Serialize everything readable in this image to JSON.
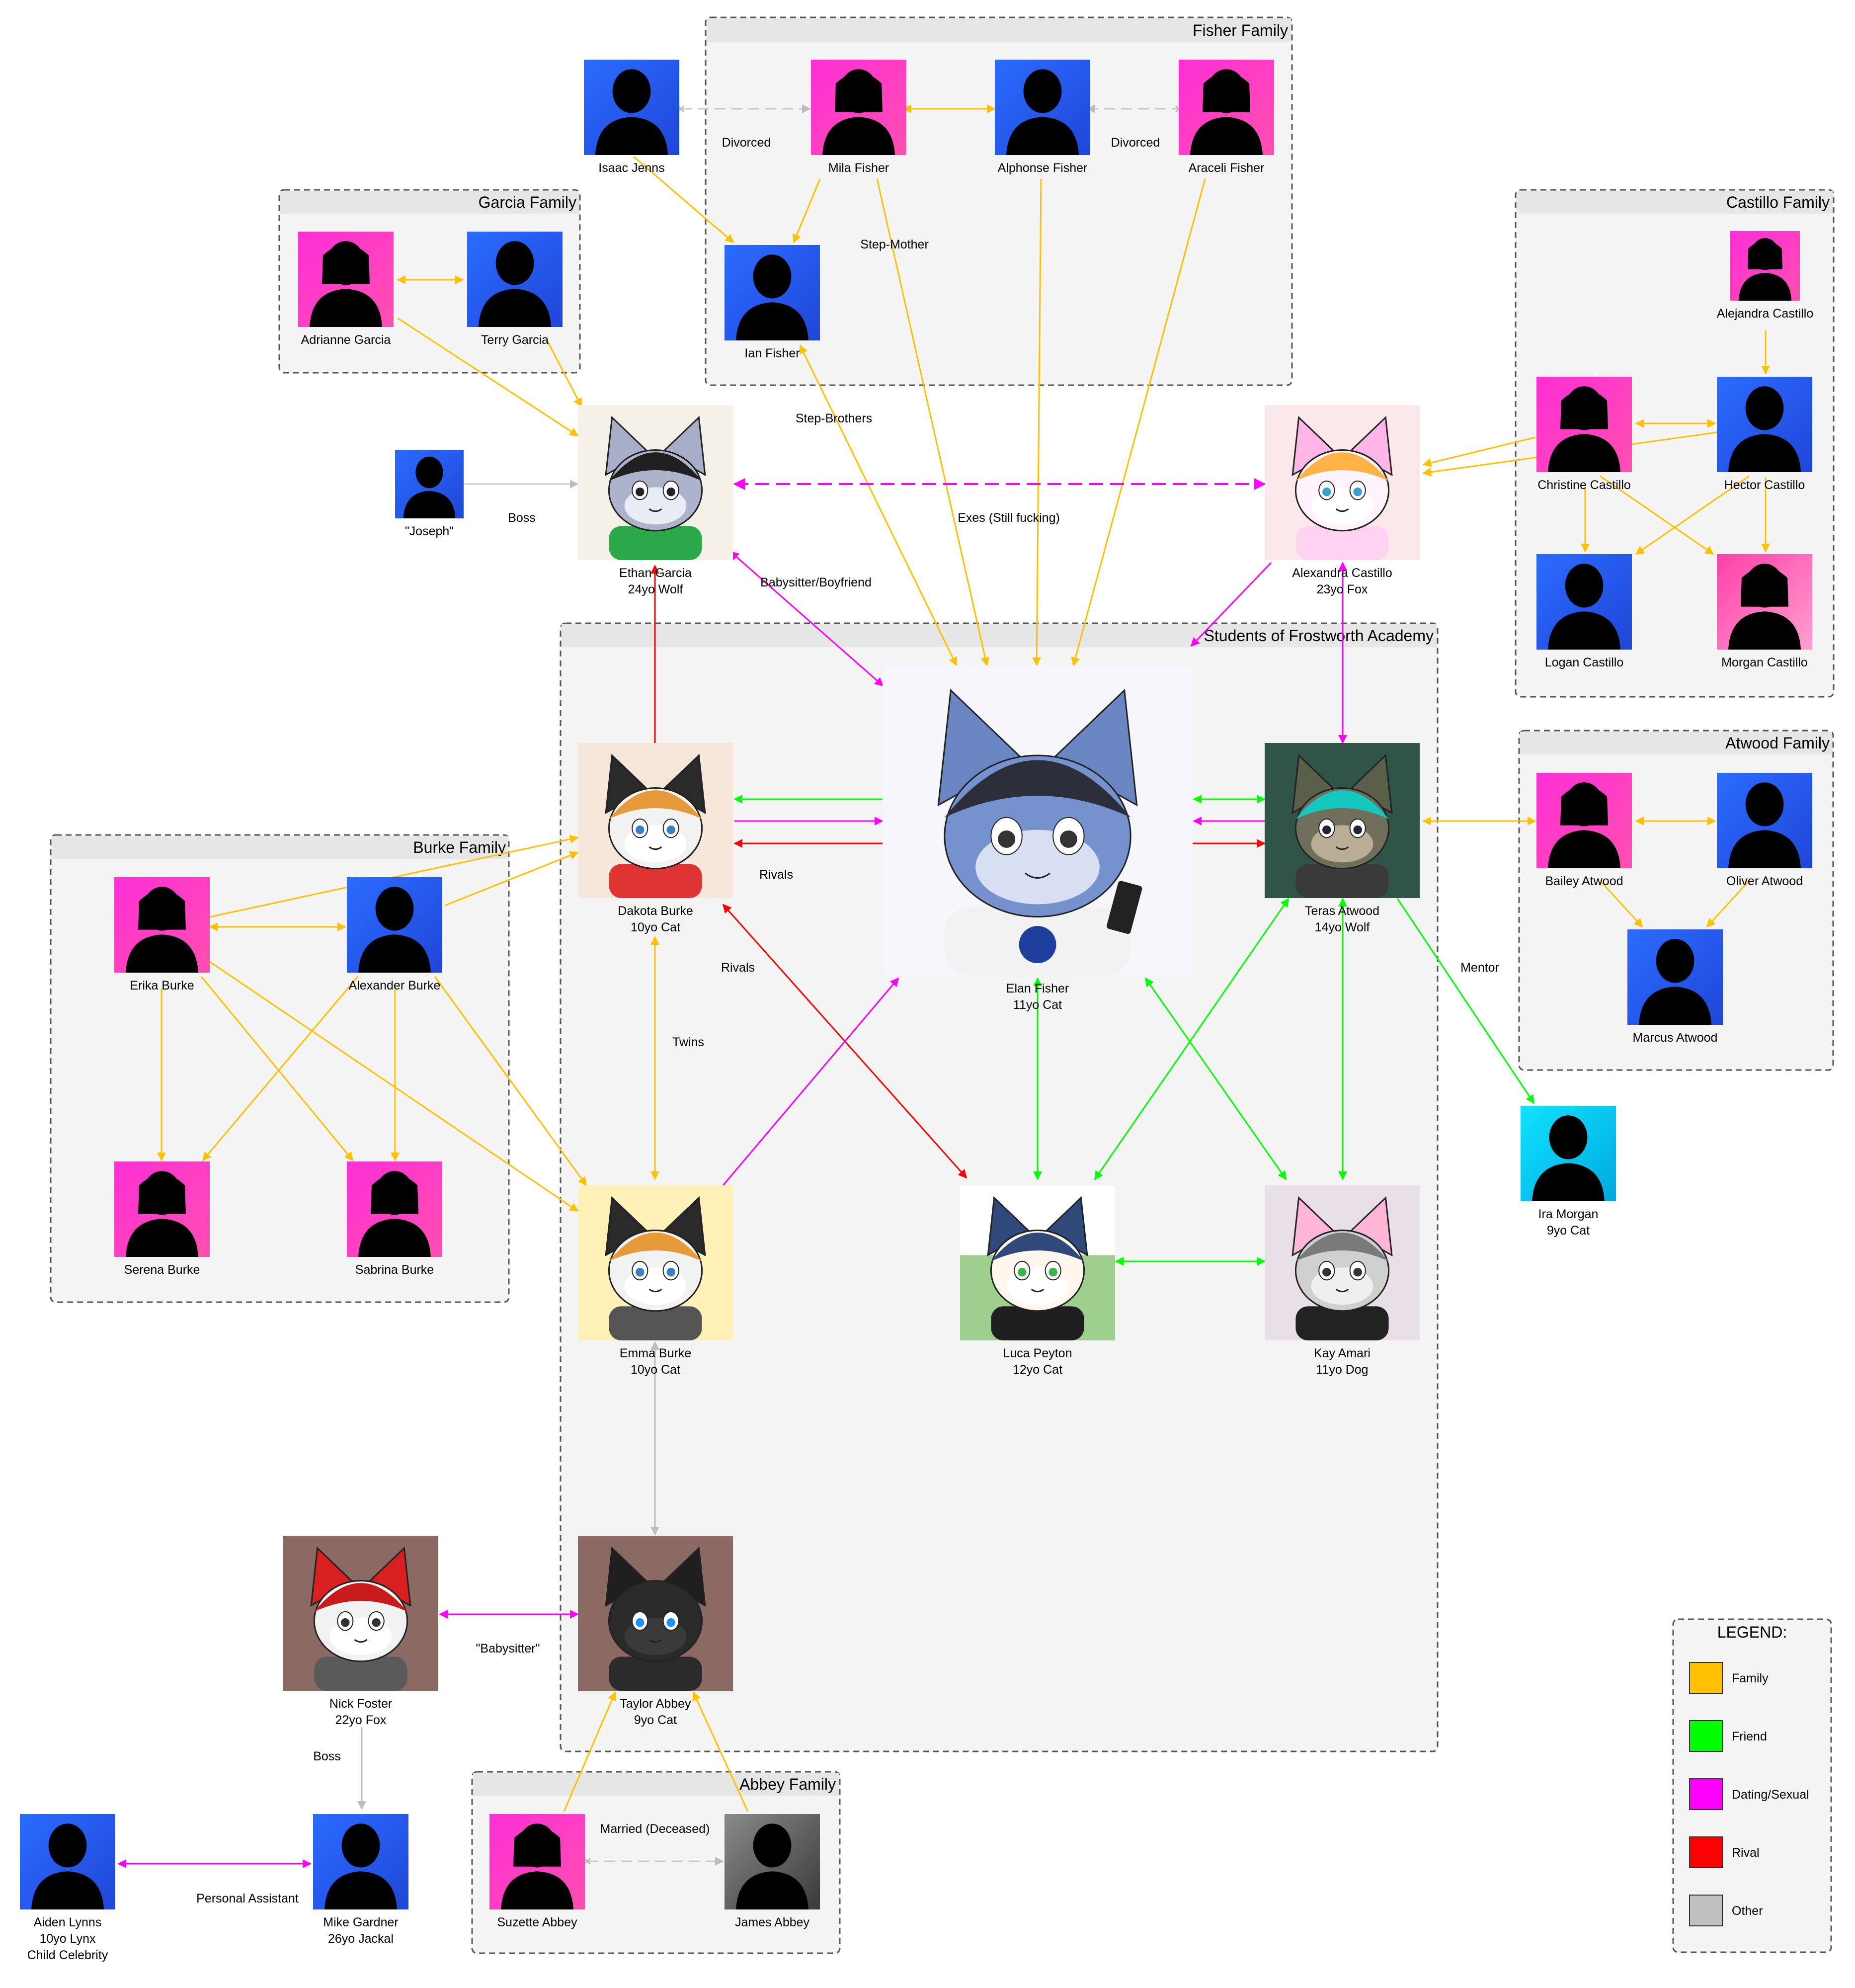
{
  "colors": {
    "family": "#ffc000",
    "friend": "#00ff00",
    "dating": "#ff00ff",
    "rival": "#ff0000",
    "other": "#c0c0c0",
    "female_avatar": "#ff2fd0",
    "male_avatar": "#2f5fff",
    "child_cyan_avatar": "#00d0f0",
    "dark_avatar": "#606060",
    "group_fill": "#f4f4f4",
    "group_header": "#e6e6e6"
  },
  "groups": {
    "fisher": "Fisher Family",
    "garcia": "Garcia Family",
    "castillo": "Castillo Family",
    "students": "Students of Frostworth Academy",
    "burke": "Burke Family",
    "atwood": "Atwood Family",
    "abbey": "Abbey Family"
  },
  "people": {
    "isaac": [
      "Isaac Jenns"
    ],
    "mila": [
      "Mila Fisher"
    ],
    "alphonse": [
      "Alphonse Fisher"
    ],
    "araceli": [
      "Araceli Fisher"
    ],
    "ian": [
      "Ian Fisher"
    ],
    "adrianne": [
      "Adrianne Garcia"
    ],
    "terry": [
      "Terry Garcia"
    ],
    "joseph": [
      "\"Joseph\""
    ],
    "ethan": [
      "Ethan Garcia",
      "24yo Wolf"
    ],
    "alexandra": [
      "Alexandra Castillo",
      "23yo Fox"
    ],
    "alejandra": [
      "Alejandra Castillo"
    ],
    "christine": [
      "Christine Castillo"
    ],
    "hector": [
      "Hector Castillo"
    ],
    "logan": [
      "Logan Castillo"
    ],
    "morgan": [
      "Morgan Castillo"
    ],
    "dakota": [
      "Dakota Burke",
      "10yo Cat"
    ],
    "elan": [
      "Elan Fisher",
      "11yo Cat"
    ],
    "teras": [
      "Teras Atwood",
      "14yo Wolf"
    ],
    "bailey": [
      "Bailey Atwood"
    ],
    "oliver": [
      "Oliver Atwood"
    ],
    "marcus": [
      "Marcus Atwood"
    ],
    "ira": [
      "Ira Morgan",
      "9yo Cat"
    ],
    "erika": [
      "Erika Burke"
    ],
    "alexander": [
      "Alexander Burke"
    ],
    "serena": [
      "Serena Burke"
    ],
    "sabrina": [
      "Sabrina Burke"
    ],
    "emma": [
      "Emma Burke",
      "10yo Cat"
    ],
    "luca": [
      "Luca Peyton",
      "12yo Cat"
    ],
    "kay": [
      "Kay Amari",
      "11yo Dog"
    ],
    "nick": [
      "Nick Foster",
      "22yo Fox"
    ],
    "taylor": [
      "Taylor Abbey",
      "9yo Cat"
    ],
    "aiden": [
      "Aiden Lynns",
      "10yo Lynx",
      "Child Celebrity"
    ],
    "mike": [
      "Mike Gardner",
      "26yo Jackal"
    ],
    "suzette": [
      "Suzette Abbey"
    ],
    "james": [
      "James Abbey"
    ]
  },
  "edge_labels": {
    "divorced_1": "Divorced",
    "divorced_2": "Divorced",
    "step_mother": "Step-Mother",
    "step_brothers": "Step-Brothers",
    "boss_1": "Boss",
    "exes": "Exes (Still fucking)",
    "babysitter_bf": "Babysitter/Boyfriend",
    "rivals_1": "Rivals",
    "rivals_2": "Rivals",
    "twins": "Twins",
    "mentor": "Mentor",
    "babysitter_q": "\"Babysitter\"",
    "boss_2": "Boss",
    "personal_assistant": "Personal Assistant",
    "married_deceased": "Married (Deceased)"
  },
  "legend": {
    "title": "LEGEND:",
    "items": [
      {
        "label": "Family",
        "color": "#ffc000"
      },
      {
        "label": "Friend",
        "color": "#00ff00"
      },
      {
        "label": "Dating/Sexual",
        "color": "#ff00ff"
      },
      {
        "label": "Rival",
        "color": "#ff0000"
      },
      {
        "label": "Other",
        "color": "#c0c0c0"
      }
    ]
  }
}
